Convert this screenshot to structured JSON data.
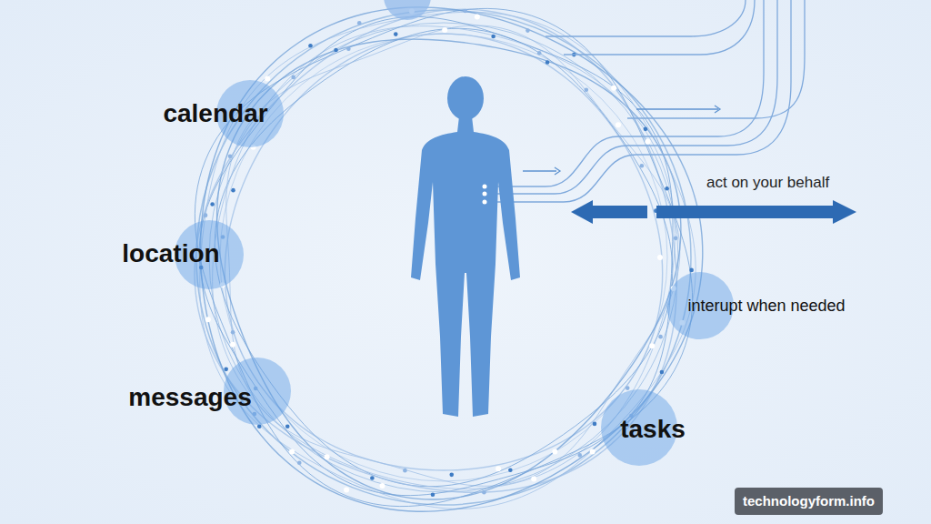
{
  "diagram": {
    "nodes": [
      {
        "text": [
          "calendar"
        ]
      },
      {
        "text": [
          "location"
        ]
      },
      {
        "text": [
          "interupt when needed"
        ]
      },
      {
        "text": [
          "messages"
        ]
      },
      {
        "text": [
          "tasks"
        ]
      }
    ],
    "labels": [
      "act on your behalf",
      "technologyform.info"
    ]
  }
}
